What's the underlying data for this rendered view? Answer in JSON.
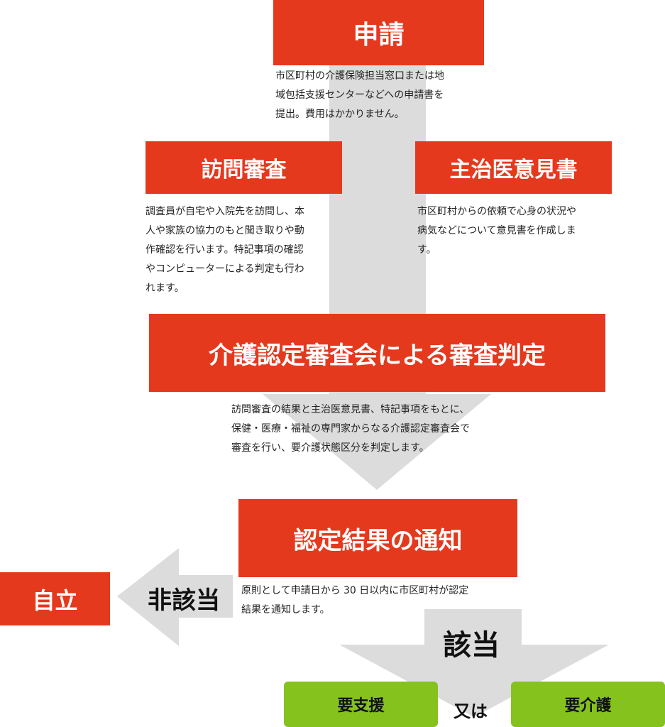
{
  "steps": {
    "apply": {
      "title": "申請",
      "desc": [
        "市区町村の介護保険担当窓口または地",
        "域包括支援センターなどへの申請書を",
        "提出。費用はかかりません。"
      ]
    },
    "visit": {
      "title": "訪問審査",
      "desc": [
        "調査員が自宅や入院先を訪問し、本",
        "人や家族の協力のもと聞き取りや動",
        "作確認を行います。特記事項の確認",
        "やコンピューターによる判定も行わ",
        "れます。"
      ]
    },
    "doctor": {
      "title": "主治医意見書",
      "desc": [
        "市区町村からの依頼で心身の状況や",
        "病気などについて意見書を作成しま",
        "す。"
      ]
    },
    "judge": {
      "title": "介護認定審査会による審査判定",
      "desc": [
        "訪問審査の結果と主治医意見書、特記事項をもとに、",
        "保健・医療・福祉の専門家からなる介護認定審査会で",
        "審査を行い、要介護状態区分を判定します。"
      ]
    },
    "notify": {
      "title": "認定結果の通知",
      "desc": [
        "原則として申請日から 30 日以内に市区町村が認定",
        "結果を通知します。"
      ]
    }
  },
  "outcomes": {
    "independent": "自立",
    "not_applicable": "非該当",
    "applicable": "該当",
    "support": "要支援",
    "or": "又は",
    "care": "要介護"
  },
  "colors": {
    "box_red": "#e5391e",
    "result_green": "#86c21e",
    "arrow_gray": "#dcdcdc"
  }
}
